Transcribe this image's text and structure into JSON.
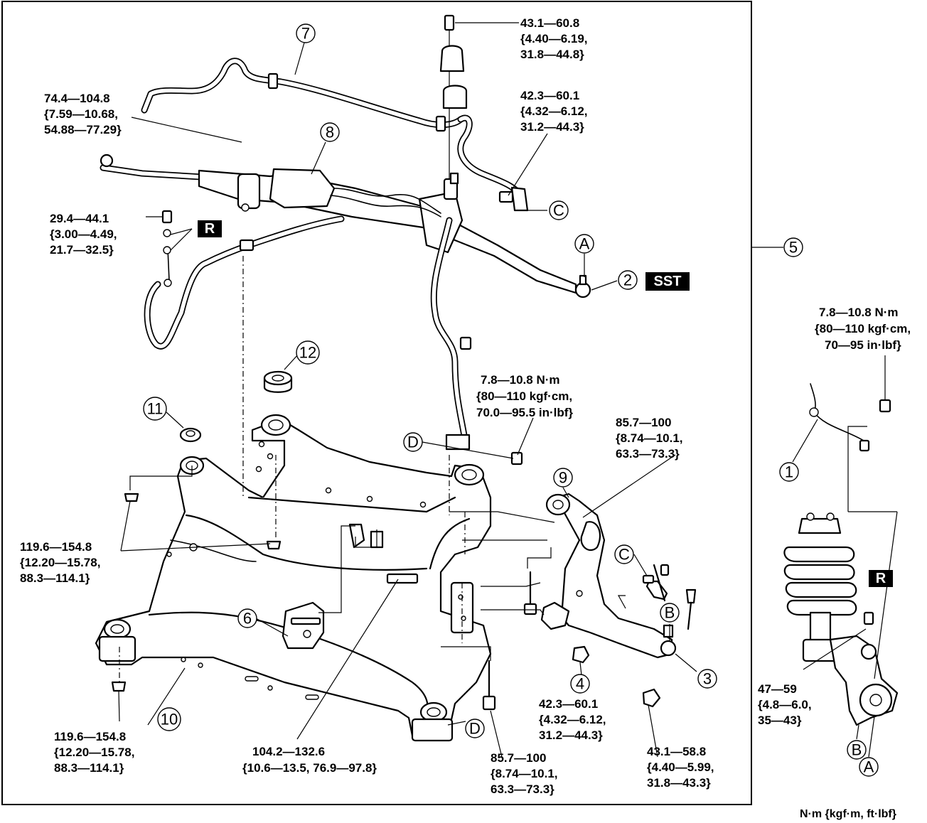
{
  "callouts": {
    "c1": "1",
    "c2": "2",
    "c3": "3",
    "c4": "4",
    "c5": "5",
    "c6": "6",
    "c7": "7",
    "c8": "8",
    "c9": "9",
    "c10": "10",
    "c11": "11",
    "c12": "12",
    "cA1": "A",
    "cA2": "A",
    "cB1": "B",
    "cB2": "B",
    "cC1": "C",
    "cC2": "C",
    "cD1": "D",
    "cD2": "D"
  },
  "badges": {
    "sst": "SST",
    "r1": "R",
    "r2": "R"
  },
  "specs": {
    "s1": [
      "43.1—60.8",
      "{4.40—6.19,",
      "31.8—44.8}"
    ],
    "s2": [
      "74.4—104.8",
      "{7.59—10.68,",
      "54.88—77.29}"
    ],
    "s3": [
      "42.3—60.1",
      "{4.32—6.12,",
      "31.2—44.3}"
    ],
    "s4": [
      "29.4—44.1",
      "{3.00—4.49,",
      "21.7—32.5}"
    ],
    "s5": [
      "7.8—10.8 N·m",
      "{80—110 kgf·cm,",
      "70—95 in·lbf}"
    ],
    "s6": [
      "7.8—10.8 N·m",
      "{80—110 kgf·cm,",
      "70.0—95.5 in·lbf}"
    ],
    "s7": [
      "85.7—100",
      "{8.74—10.1,",
      "63.3—73.3}"
    ],
    "s8": [
      "119.6—154.8",
      "{12.20—15.78,",
      "88.3—114.1}"
    ],
    "s9": [
      "119.6—154.8",
      "{12.20—15.78,",
      "88.3—114.1}"
    ],
    "s10": [
      "104.2—132.6",
      "{10.6—13.5, 76.9—97.8}"
    ],
    "s11": [
      "85.7—100",
      "{8.74—10.1,",
      "63.3—73.3}"
    ],
    "s12": [
      "42.3—60.1",
      "{4.32—6.12,",
      "31.2—44.3}"
    ],
    "s13": [
      "43.1—58.8",
      "{4.40—5.99,",
      "31.8—43.3}"
    ],
    "s14": [
      "47—59",
      "{4.8—6.0,",
      "35—43}"
    ]
  },
  "units_note": "N·m {kgf·m, ft·lbf}"
}
